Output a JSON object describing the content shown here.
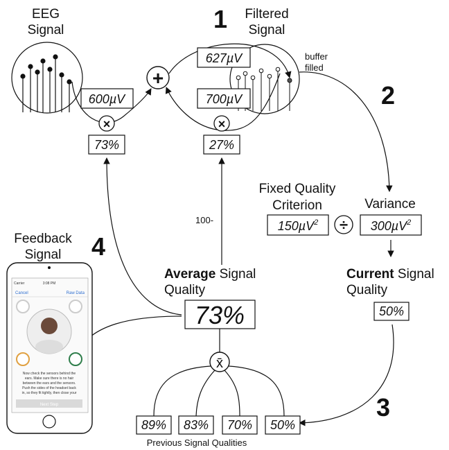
{
  "labels": {
    "eeg_line1": "EEG",
    "eeg_line2": "Signal",
    "filtered_line1": "Filtered",
    "filtered_line2": "Signal",
    "buffer_line1": "buffer",
    "buffer_line2": "filled",
    "fixed_line1": "Fixed Quality",
    "fixed_line2": "Criterion",
    "variance": "Variance",
    "current_bold": "Current",
    "current_rest": " Signal",
    "current_line2": "Quality",
    "average_bold": "Average",
    "average_rest": " Signal",
    "average_line2": "Quality",
    "feedback_line1": "Feedback",
    "feedback_line2": "Signal",
    "hundred_minus": "100-",
    "previous": "Previous Signal Qualities"
  },
  "steps": [
    "1",
    "2",
    "3",
    "4"
  ],
  "values": {
    "filtered_top": "627µV",
    "filtered_mid": "700µV",
    "eeg_value": "600µV",
    "weight_eeg": "73%",
    "weight_filtered": "27%",
    "criterion": "150µV",
    "variance_value": "300µV",
    "squared": "2",
    "current": "50%",
    "average": "73%",
    "previous": [
      "89%",
      "83%",
      "70%",
      "50%"
    ]
  },
  "operators": {
    "plus": "+",
    "times": "×",
    "divide": "÷",
    "mean": "x̄"
  },
  "phone": {
    "carrier": "Carrier",
    "time": "3:08 PM",
    "cancel": "Cancel",
    "raw_data": "Raw Data",
    "instructions": [
      "Now check the sensors behind the",
      "ears. Make sure there is no hair",
      "between the ears and the sensors.",
      "Push the sides of the headset back",
      "in, so they fit tightly, then close your"
    ],
    "next_step": "Next Step",
    "sensor_colors": [
      "#cccccc",
      "#cccccc",
      "#e0a040",
      "#2e7d4a"
    ]
  }
}
